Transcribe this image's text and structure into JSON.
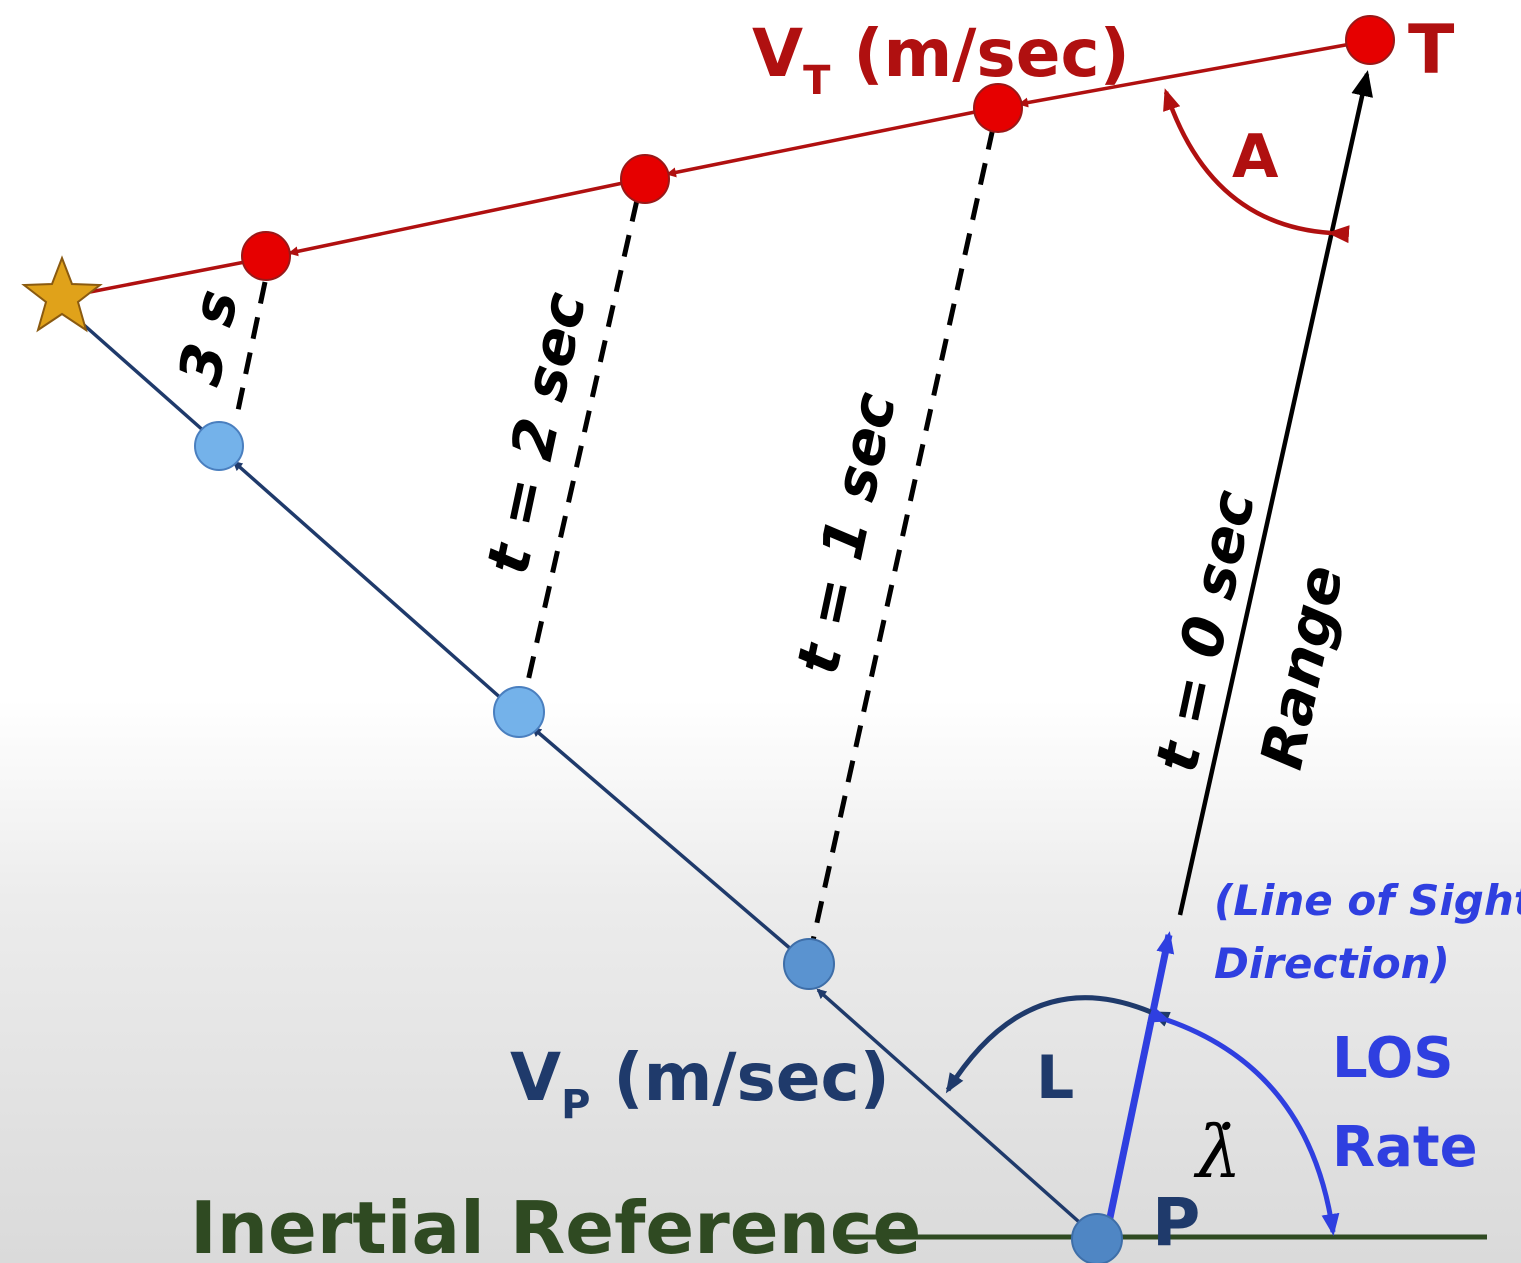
{
  "labels": {
    "vt_main": "V",
    "vt_sub": "T",
    "vt_units": " (m/sec)",
    "target": "T",
    "angle_a": "A",
    "t0": "t = 0 sec",
    "range": "Range",
    "t1": "t = 1 sec",
    "t2": "t = 2 sec",
    "t3": "3 s",
    "los_dir_line1": "(Line of Sight",
    "los_dir_line2": "Direction)",
    "los_rate_line1": "LOS",
    "los_rate_line2": "Rate",
    "lambda_dot": "λ̇",
    "angle_l": "L",
    "vp_main": "V",
    "vp_sub": "P",
    "vp_units": " (m/sec)",
    "pursuer": "P",
    "inertial_ref": "Inertial Reference"
  },
  "colors": {
    "target_path": "#b01010",
    "target_dot": "#e60000",
    "pursuer_path": "#1f3a6b",
    "pursuer_dot": "#74b2ea",
    "pursuer_dot_dark": "#4f86c4",
    "los_blue": "#2f3fe0",
    "range_line": "#000000",
    "reference_line": "#2f4a22",
    "intercept_star": "#e0a21a"
  },
  "icons": {
    "intercept": "star-icon"
  }
}
